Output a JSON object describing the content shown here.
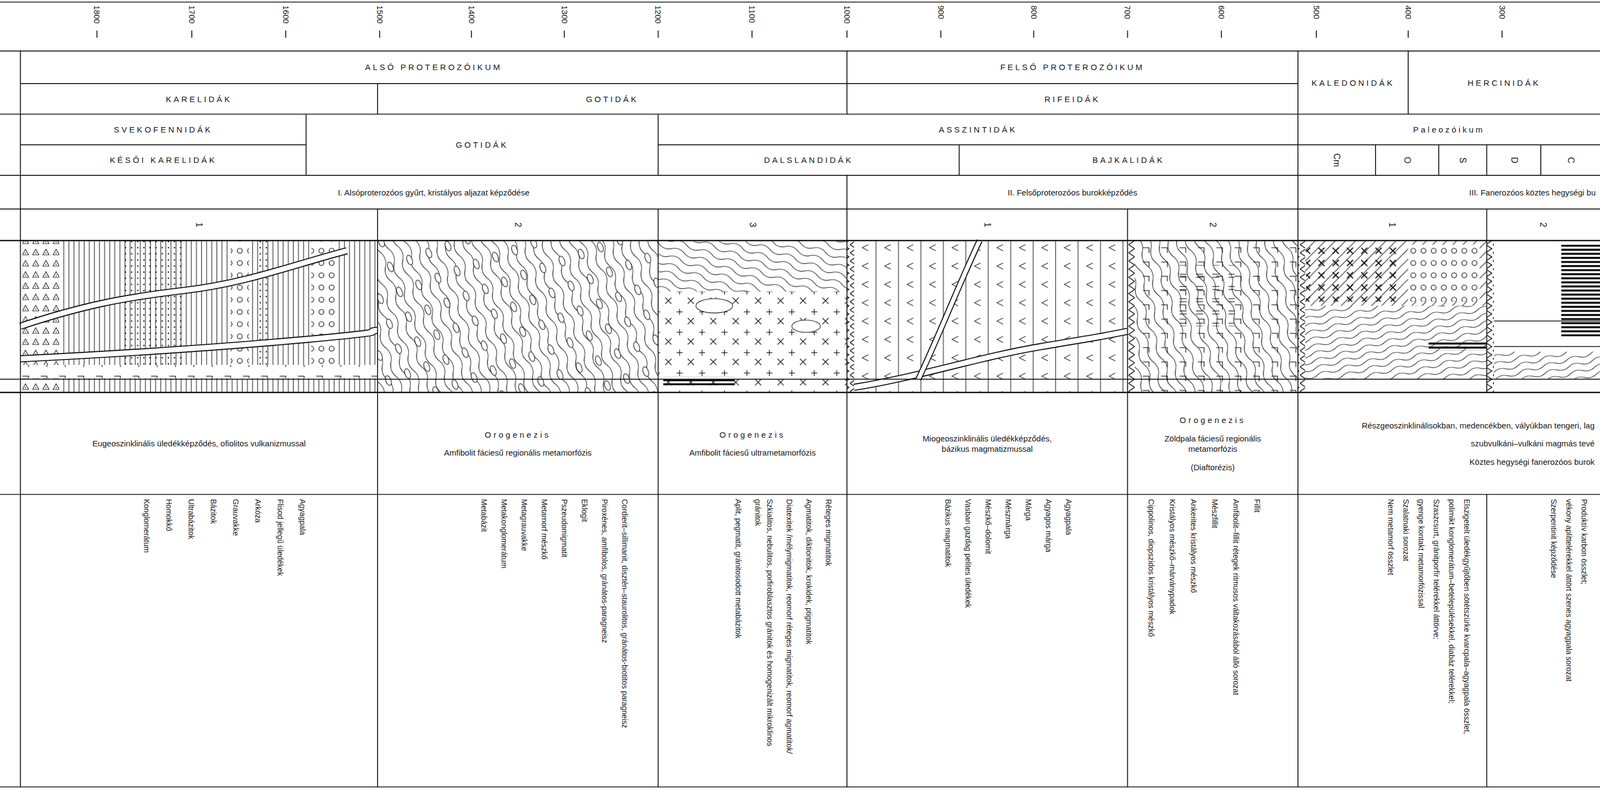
{
  "diagram": {
    "nodes": [
      {
        "text": [
          "ALSÓ PROTEROZÓIKUM"
        ]
      },
      {
        "text": [
          "FELSŐ PROTEROZÓIKUM"
        ]
      },
      {
        "text": [
          "KALEDONIDÁK"
        ]
      },
      {
        "text": [
          "HERCINIDÁK"
        ]
      },
      {
        "text": [
          "KARELIDÁK"
        ]
      },
      {
        "text": [
          "GOTIDÁK"
        ]
      },
      {
        "text": [
          "RIFEIDÁK"
        ]
      },
      {
        "text": [
          "SVEKOFENNIDÁK"
        ]
      },
      {
        "text": [
          "GOTIDÁK"
        ]
      },
      {
        "text": [
          "ASSZINTIDÁK"
        ]
      },
      {
        "text": [
          "Paleozóikum"
        ]
      },
      {
        "text": [
          "KÉSŐI KARELIDÁK"
        ]
      },
      {
        "text": [
          "DALSLANDIDÁK"
        ]
      },
      {
        "text": [
          "BAJKALIDÁK"
        ]
      },
      {
        "text": [
          "Cm"
        ]
      },
      {
        "text": [
          "O"
        ]
      },
      {
        "text": [
          "S"
        ]
      },
      {
        "text": [
          "D"
        ]
      },
      {
        "text": [
          "C"
        ]
      },
      {
        "text": [
          "I. Alsóproterozóos gyűrt, kristályos aljazat képződése"
        ]
      },
      {
        "text": [
          "II. Felsőproterozóos burokképződés"
        ]
      },
      {
        "text": [
          "III. Fanerozóos köztes hegységi bu"
        ]
      },
      {
        "text": [
          "1"
        ]
      },
      {
        "text": [
          "2"
        ]
      },
      {
        "text": [
          "3"
        ]
      },
      {
        "text": [
          "1"
        ]
      },
      {
        "text": [
          "2"
        ]
      },
      {
        "text": [
          "1"
        ]
      },
      {
        "text": [
          "2"
        ]
      },
      {
        "text": [
          "Eugeoszinklinális üledékképződés, ofiolitos vulkanizmussal"
        ]
      },
      {
        "text": [
          "Orogenezis",
          "Amfibolit fáciesű regionális metamorfózis"
        ]
      },
      {
        "text": [
          "Orogenezis",
          "Amfibolit fáciesű ultrametamorfózis"
        ]
      },
      {
        "text": [
          "Miogeoszinklinális üledékképződés, bázikus magmatizmussal"
        ]
      },
      {
        "text": [
          "Orogenezis",
          "Zöldpala fáciesű regionális metamorfózis",
          "(Diaftorézis)"
        ]
      },
      {
        "text": [
          "Részgeoszinklinálisokban, medencékben, vályúkban tengeri, lag",
          "szubvulkáni–vulkáni magmás tevé",
          "Köztes hegységi fanerozóos burok"
        ]
      },
      {
        "text": [
          "Agyagpala",
          "Flisod jellegű üledékek",
          "Arkóza",
          "Grauvakke",
          "Bázitok",
          "Ultrabázitok",
          "Homokkő",
          "Konglomerátum"
        ]
      },
      {
        "text": [
          "Cordierit–sillimanit, disztén–staurolitos, gránátos-biotitos paragneisz",
          "Piroxénes, amfibolos, gránátos-paragneisz",
          "Eklogit",
          "Pszeudomigmatit",
          "Metamorf mészkő",
          "Metagrauvakke",
          "Metakonglomerátum",
          "Metabázit"
        ]
      },
      {
        "text": [
          "Réteges migmatitok",
          "Agmatitok, diktionitok, krokidek, ptigmatitok",
          "Diatexitek /mélymigmatitok, reomorf réteges migmatitok, reomorf agmatitok/",
          "Szkialitos, nebulitos, porfiroblasztos gránitok és homogenizált mikroklinos gránitok",
          "Aplit, pegmatit, gránitosodott metabázitok"
        ]
      },
      {
        "text": [
          "Agyagpala",
          "Agyagos márga",
          "Márga",
          "Mészmárga",
          "Mészkő–dolomit",
          "Vasban gazdag pelites üledékek",
          "Bázikus magmatitok"
        ]
      },
      {
        "text": [
          "Fillit",
          "Amfibolit–fillit rétegek ritmusos váltakozásából álló sorozat",
          "Mészfillit",
          "Ankerites kristályos mészkő",
          "Kristályos mészkő–márványpadok",
          "Cippolinos, diopszidos kristályos mészkő"
        ]
      },
      {
        "text": [
          "Elszigetelt üledékgyűjtőben sötétszürke kvarcpala–agyagpala összlet,",
          "polimikt konglomerátum–betelepülésekkel, diabáz telérekkel;",
          "Szaszcsurt, gránitporfír telérekkel áttörve;",
          "gyenge kontakt metamorfózissal",
          "Szalatnaki sorozat",
          "Nem metamorf összlet"
        ]
      },
      {
        "text": [
          "Produktív karbon összlet;",
          "vékony aplittelérekkel áttört szenes agyagpala sorozat",
          "Szerpentinit képződése"
        ]
      }
    ],
    "labels": [
      "1800",
      "1700",
      "1600",
      "1500",
      "1400",
      "1300",
      "1200",
      "1100",
      "1000",
      "900",
      "800",
      "700",
      "600",
      "500",
      "400",
      "300"
    ]
  }
}
